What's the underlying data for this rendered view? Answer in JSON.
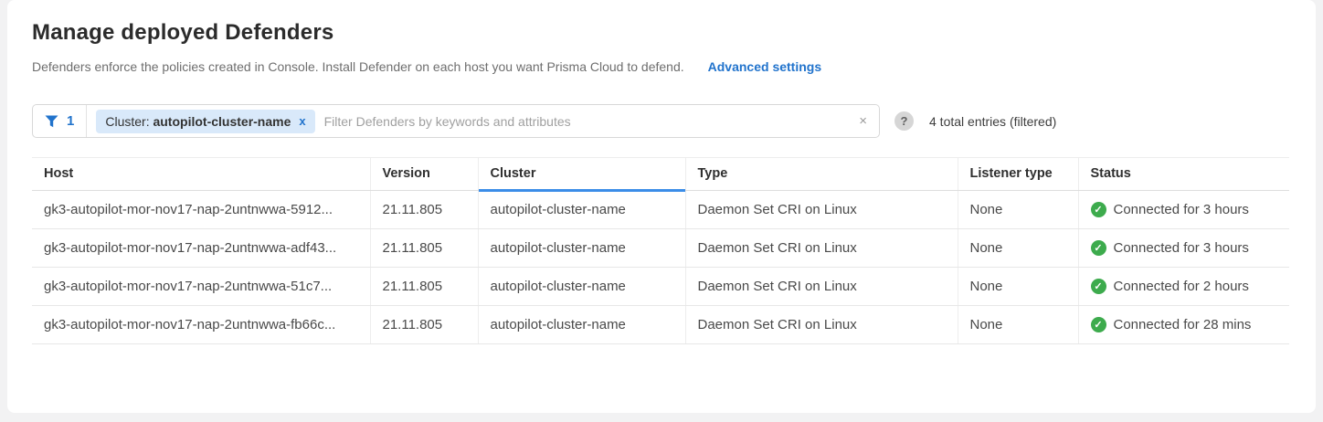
{
  "page": {
    "title": "Manage deployed Defenders",
    "subtitle": "Defenders enforce the policies created in Console. Install Defender on each host you want Prisma Cloud to defend.",
    "advanced_settings_label": "Advanced settings"
  },
  "filter_bar": {
    "active_filter_count": "1",
    "chip": {
      "label": "Cluster: ",
      "value": "autopilot-cluster-name",
      "remove_icon": "x"
    },
    "input_placeholder": "Filter Defenders by keywords and attributes",
    "clear_icon": "×",
    "help_icon": "?",
    "entries_summary": "4 total entries (filtered)"
  },
  "table": {
    "columns": [
      {
        "label": "Host",
        "sorted": false
      },
      {
        "label": "Version",
        "sorted": false
      },
      {
        "label": "Cluster",
        "sorted": true
      },
      {
        "label": "Type",
        "sorted": false
      },
      {
        "label": "Listener type",
        "sorted": false
      },
      {
        "label": "Status",
        "sorted": false
      }
    ],
    "rows": [
      {
        "host": "gk3-autopilot-mor-nov17-nap-2untnwwa-5912...",
        "version": "21.11.805",
        "cluster": "autopilot-cluster-name",
        "type": "Daemon Set CRI on Linux",
        "listener_type": "None",
        "status": "Connected for 3 hours",
        "status_icon": "✓"
      },
      {
        "host": "gk3-autopilot-mor-nov17-nap-2untnwwa-adf43...",
        "version": "21.11.805",
        "cluster": "autopilot-cluster-name",
        "type": "Daemon Set CRI on Linux",
        "listener_type": "None",
        "status": "Connected for 3 hours",
        "status_icon": "✓"
      },
      {
        "host": "gk3-autopilot-mor-nov17-nap-2untnwwa-51c7...",
        "version": "21.11.805",
        "cluster": "autopilot-cluster-name",
        "type": "Daemon Set CRI on Linux",
        "listener_type": "None",
        "status": "Connected for 2 hours",
        "status_icon": "✓"
      },
      {
        "host": "gk3-autopilot-mor-nov17-nap-2untnwwa-fb66c...",
        "version": "21.11.805",
        "cluster": "autopilot-cluster-name",
        "type": "Daemon Set CRI on Linux",
        "listener_type": "None",
        "status": "Connected for 28 mins",
        "status_icon": "✓"
      }
    ]
  },
  "colors": {
    "accent_blue": "#2173cc",
    "sort_underline_blue": "#3b8de8",
    "chip_background": "#d9e9fa",
    "status_green": "#3dab4d"
  }
}
